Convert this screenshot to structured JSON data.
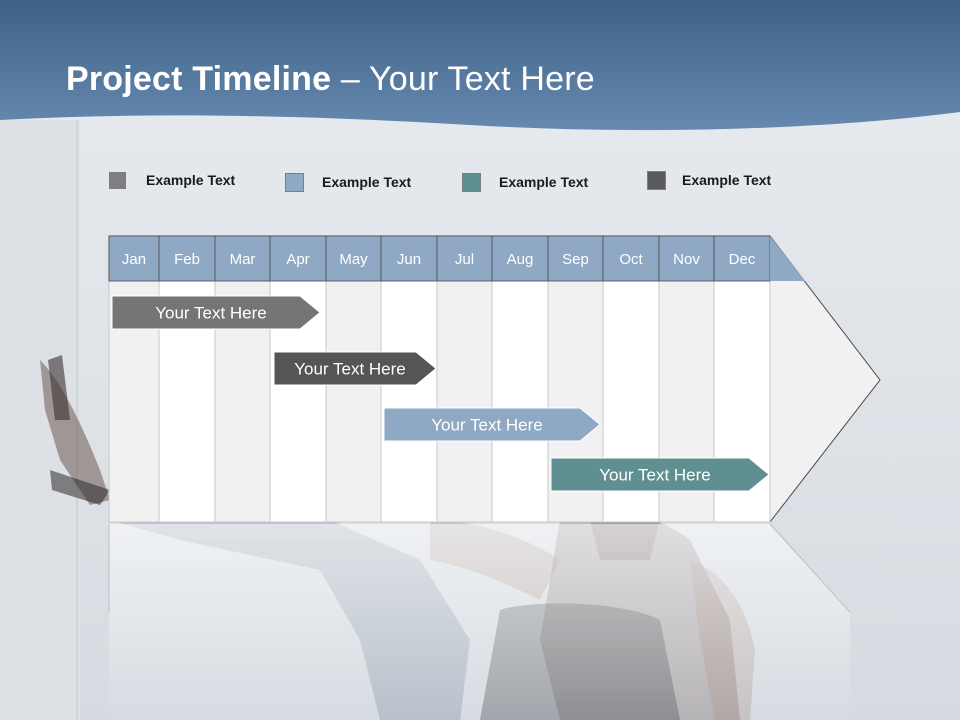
{
  "title": {
    "bold": "Project Timeline",
    "rest": " – Your Text Here"
  },
  "legend": [
    {
      "label": "Example Text",
      "color": "#7f7f7f"
    },
    {
      "label": "Example Text",
      "color": "#8fa9c5"
    },
    {
      "label": "Example Text",
      "color": "#5f8f90"
    },
    {
      "label": "Example Text",
      "color": "#595959"
    }
  ],
  "months": [
    "Jan",
    "Feb",
    "Mar",
    "Apr",
    "May",
    "Jun",
    "Jul",
    "Aug",
    "Sep",
    "Oct",
    "Nov",
    "Dec"
  ],
  "tasks": [
    {
      "label": "Your  Text Here",
      "color": "#757575"
    },
    {
      "label": "Your  Text Here",
      "color": "#555555"
    },
    {
      "label": "Your  Text Here",
      "color": "#8fa9c5"
    },
    {
      "label": "Your  Text Here",
      "color": "#5f8f90"
    }
  ],
  "colors": {
    "header_band": "#5c7fa3",
    "month_header": "#8fa9c5"
  }
}
